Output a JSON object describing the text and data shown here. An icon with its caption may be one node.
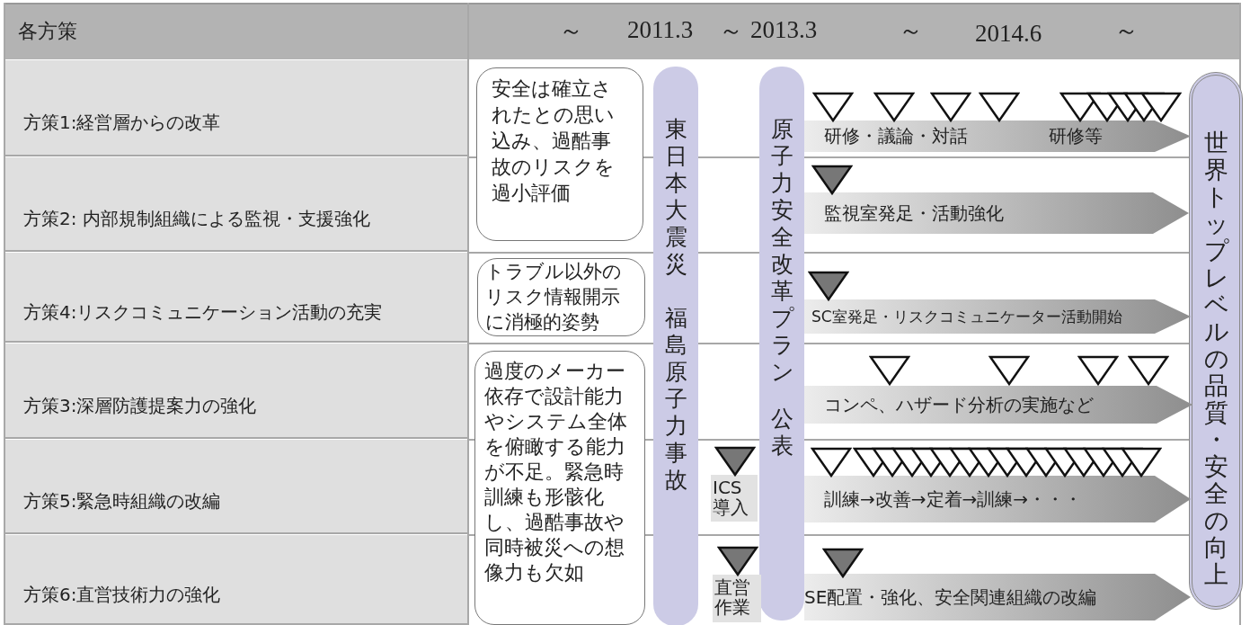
{
  "diagram": {
    "nodes": [
      {
        "text": [
          "安全は確立されたとの思い込み、過酷事故のリスクを過小評価"
        ]
      },
      {
        "text": [
          "東日本大震災",
          "福島原子力事故"
        ]
      },
      {
        "text": [
          "原子力安全改革プラン",
          "公表"
        ]
      },
      {
        "text": [
          "研修・議論・対話",
          "研修等"
        ]
      },
      {
        "text": [
          "監視室発足・活動強化"
        ]
      },
      {
        "text": [
          "世界トップレベルの品質・安全の向上"
        ]
      },
      {
        "text": [
          "トラブル以外のリスク情報開示に消極的姿勢"
        ]
      },
      {
        "text": [
          "SC室発足・リスクコミュニケーター活動開始"
        ]
      },
      {
        "text": [
          "過度のメーカー依存で設計能力やシステム全体を俯瞰する能力が不足。緊急時訓練も形骸化し、過酷事故や同時被災への想像力も欠如"
        ]
      },
      {
        "text": [
          "コンペ、ハザード分析の実施など"
        ]
      },
      {
        "text": [
          "ICS導入"
        ]
      },
      {
        "text": [
          "訓練→改善→定着→訓練→・・・"
        ]
      },
      {
        "text": [
          "直営作業"
        ]
      },
      {
        "text": [
          "SE配置・強化、安全関連組織の改編"
        ]
      }
    ],
    "labels": [
      "各方策",
      "～",
      "2011.3",
      "～",
      "2013.3",
      "～",
      "2014.6",
      "～",
      "方策1:経営層からの改革",
      "方策2: 内部規制組織による監視・支援強化",
      "方策4:リスクコミュニケーション活動の充実",
      "方策3:深層防護提案力の強化",
      "方策5:緊急時組織の改編",
      "方策6:直営技術力の強化"
    ]
  }
}
